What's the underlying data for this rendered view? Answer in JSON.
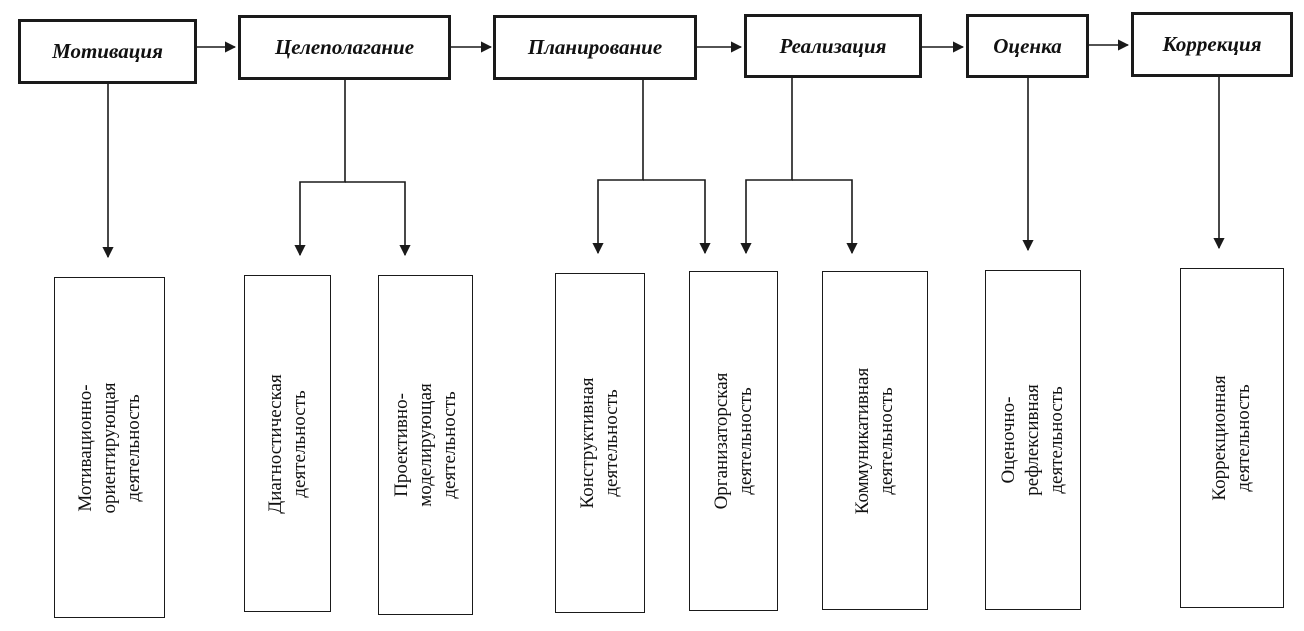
{
  "stages": [
    {
      "label": "Мотивация"
    },
    {
      "label": "Целеполагание"
    },
    {
      "label": "Планирование"
    },
    {
      "label": "Реализация"
    },
    {
      "label": "Оценка"
    },
    {
      "label": "Коррекция"
    }
  ],
  "activities": [
    {
      "line1": "Мотивационно-",
      "line2": "ориентирующая",
      "line3": "деятельность"
    },
    {
      "line1": "Диагностическая",
      "line2": "деятельность",
      "line3": ""
    },
    {
      "line1": "Проективно-моделирующая",
      "line2": "деятельность",
      "line3": ""
    },
    {
      "line1": "Конструктивная",
      "line2": "деятельность",
      "line3": ""
    },
    {
      "line1": "Организаторская деятельность",
      "line2": "",
      "line3": ""
    },
    {
      "line1": "Коммуникативная",
      "line2": "деятельность",
      "line3": ""
    },
    {
      "line1": "Оценочно-рефлексивная",
      "line2": "деятельность",
      "line3": ""
    },
    {
      "line1": "Коррекционная деятельность",
      "line2": "",
      "line3": ""
    }
  ]
}
